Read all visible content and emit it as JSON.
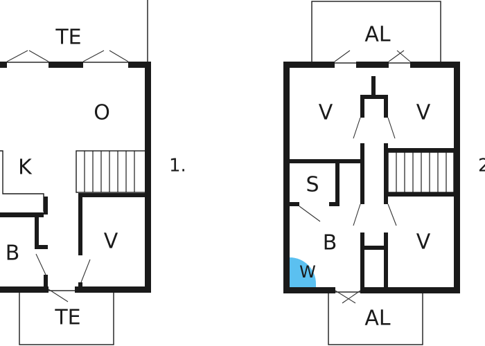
{
  "floors": [
    {
      "label": "1.",
      "rooms": {
        "terrace_top": "TE",
        "living": "O",
        "kitchen": "K",
        "bath": "B",
        "bedroom": "V",
        "terrace_bottom": "TE"
      }
    },
    {
      "label": "2",
      "rooms": {
        "balcony_top": "AL",
        "bedroom_top_left": "V",
        "bedroom_top_right": "V",
        "sauna": "S",
        "bath": "B",
        "washer": "W",
        "bedroom_bottom_right": "V",
        "balcony_bottom": "AL"
      }
    }
  ],
  "colors": {
    "wall": "#1a1a1a",
    "washer_fill": "#5bc0f0"
  }
}
